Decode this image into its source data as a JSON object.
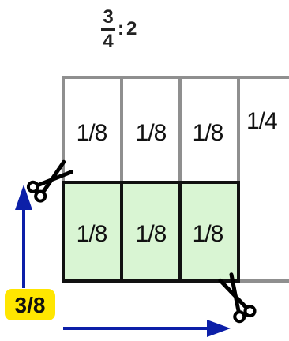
{
  "expression": {
    "numerator": "3",
    "denominator": "4",
    "operator": ":",
    "divisor": "2"
  },
  "grid": {
    "top_row_labels": [
      "1/8",
      "1/8",
      "1/8",
      "1/4"
    ],
    "bottom_row_labels": [
      "1/8",
      "1/8",
      "1/8"
    ]
  },
  "result_label": "3/8",
  "icons": [
    "scissors-icon",
    "scissors-icon",
    "arrow-up-icon",
    "arrow-right-icon"
  ],
  "colors": {
    "shaded_fill": "#d9f5d3",
    "cell_border_gray": "#8f8f8f",
    "cell_border_dark": "#111111",
    "arrow_blue": "#0c1fa8",
    "badge_yellow": "#ffe600"
  }
}
